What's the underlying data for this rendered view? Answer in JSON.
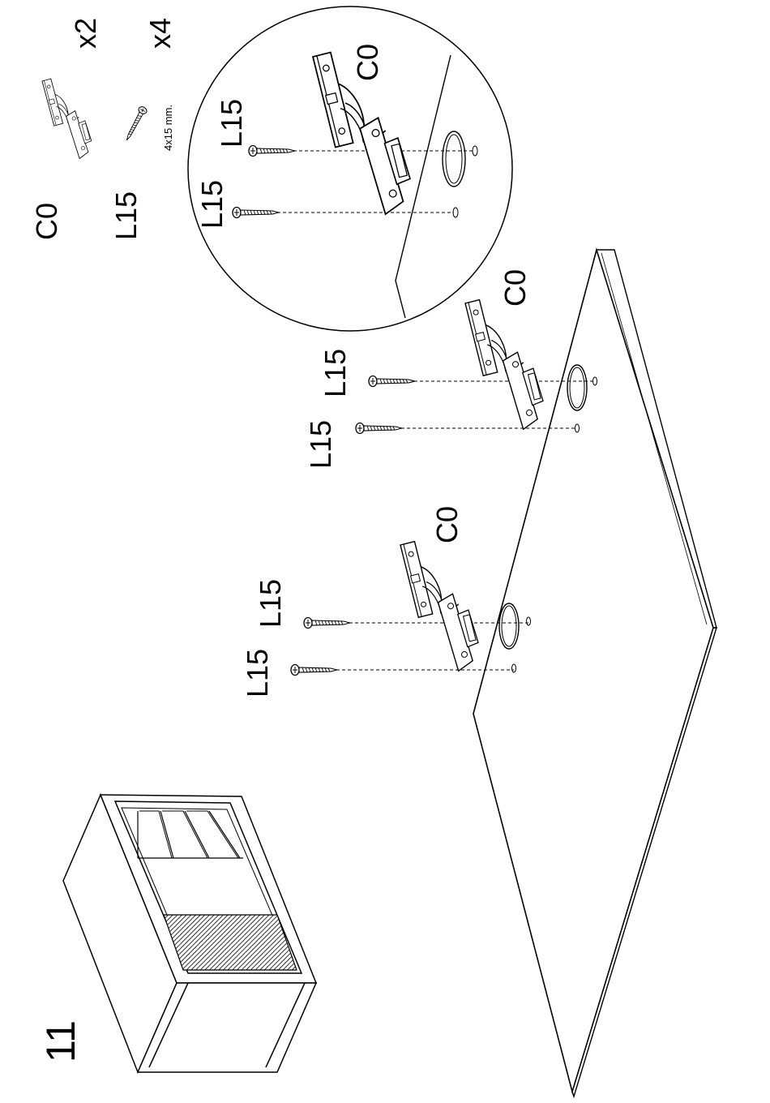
{
  "step": {
    "number": "11"
  },
  "parts": {
    "hinge": {
      "code": "C0",
      "quantity": "x2",
      "icon": "hinge-icon"
    },
    "screw": {
      "code": "L15",
      "quantity": "x4",
      "size": "4x15 mm.",
      "icon": "screw-icon"
    }
  },
  "detail": {
    "hinge_label": "C0",
    "screw_label_1": "L15",
    "screw_label_2": "L15"
  },
  "hinge_1": {
    "hinge_label": "C0",
    "screw_label_1": "L15",
    "screw_label_2": "L15"
  },
  "hinge_2": {
    "hinge_label": "C0",
    "screw_label_1": "L15",
    "screw_label_2": "L15"
  },
  "colors": {
    "ink": "#000000",
    "paper": "#ffffff"
  }
}
